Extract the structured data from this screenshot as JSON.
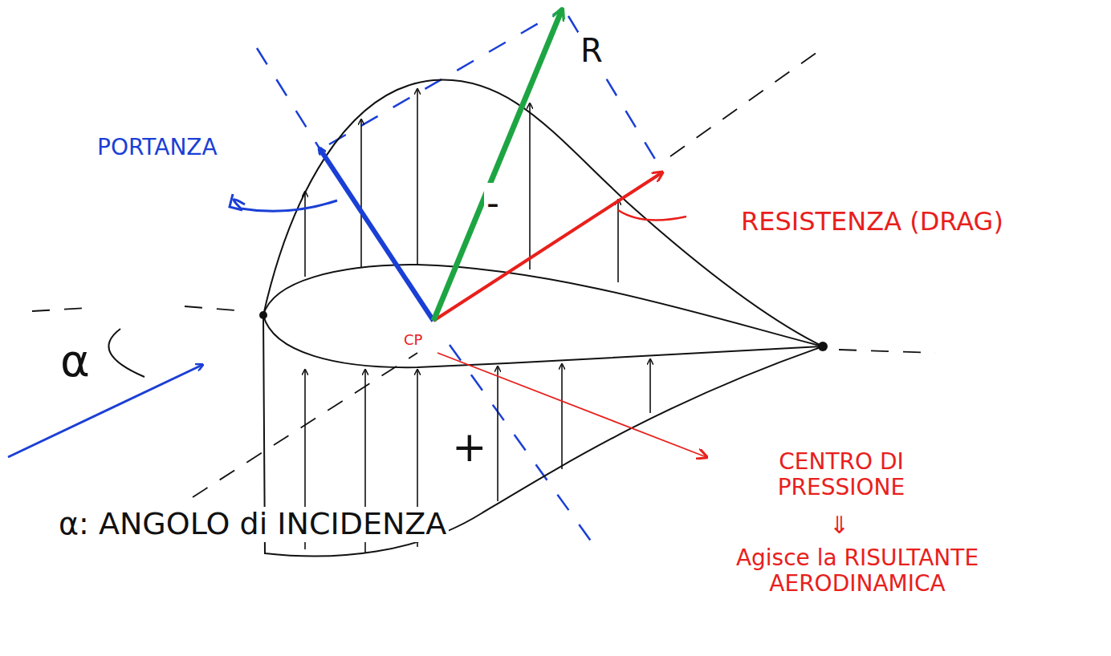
{
  "diagram": {
    "labels": [
      "PORTANZA",
      "R",
      "RESISTENZA (DRAG)",
      "-",
      "+",
      "CP",
      "α",
      "α: ANGOLO di INCIDENZA",
      "CENTRO DI PRESSIONE",
      "⇓",
      "Agisce la RISULTANTE AERODINAMICA"
    ]
  }
}
